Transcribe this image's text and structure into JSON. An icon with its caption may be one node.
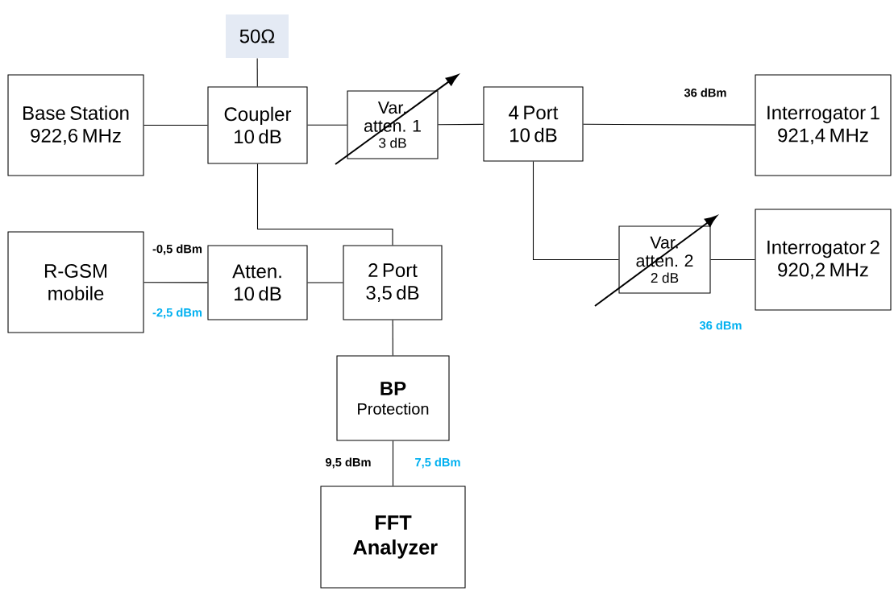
{
  "diagram": {
    "nodes": [
      {
        "text": [
          "50Ω"
        ]
      },
      {
        "text": [
          "Base Station 922,6 MHz"
        ]
      },
      {
        "text": [
          "Coupler 10 dB"
        ]
      },
      {
        "text": [
          "Var. atten. 1",
          "3 dB"
        ]
      },
      {
        "text": [
          "4 Port 10 dB"
        ]
      },
      {
        "text": [
          "Interrogator 1 921,4 MHz"
        ]
      },
      {
        "text": [
          "R-GSM mobile"
        ]
      },
      {
        "text": [
          "Atten. 10 dB"
        ]
      },
      {
        "text": [
          "2 Port 3,5 dB"
        ]
      },
      {
        "text": [
          "Var. atten. 2",
          "2 dB"
        ]
      },
      {
        "text": [
          "Interrogator 2 920,2 MHz"
        ]
      },
      {
        "text": [
          "BP",
          "Protection"
        ]
      },
      {
        "text": [
          "FFT Analyzer"
        ]
      }
    ],
    "edges": [
      {
        "from": 0,
        "to": 2,
        "arrow": "none"
      },
      {
        "from": 1,
        "to": 2,
        "arrow": "none"
      },
      {
        "from": 2,
        "to": 3,
        "arrow": "none"
      },
      {
        "from": 3,
        "to": 4,
        "arrow": "none"
      },
      {
        "from": 4,
        "to": 5,
        "arrow": "none"
      },
      {
        "from": 2,
        "to": 8,
        "arrow": "none"
      },
      {
        "from": 6,
        "to": 7,
        "arrow": "none"
      },
      {
        "from": 7,
        "to": 8,
        "arrow": "none"
      },
      {
        "from": 4,
        "to": 9,
        "arrow": "none"
      },
      {
        "from": 9,
        "to": 10,
        "arrow": "none"
      },
      {
        "from": 8,
        "to": 11,
        "arrow": "none"
      },
      {
        "from": 11,
        "to": 12,
        "arrow": "none"
      }
    ],
    "labels": [
      "36 dBm",
      "-0,5 dBm",
      "-2,5 dBm",
      "36 dBm",
      "9,5 dBm",
      "7,5 dBm"
    ]
  }
}
